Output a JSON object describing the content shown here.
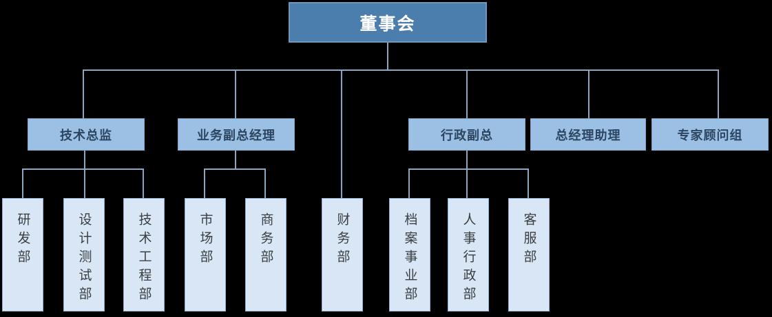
{
  "org_chart": {
    "type": "org-chart",
    "root": {
      "id": "board",
      "label": "董事会"
    },
    "level2": [
      {
        "id": "tech-director",
        "label": "技术总监",
        "parent": "董事会"
      },
      {
        "id": "business-deputy-gm",
        "label": "业务副总经理",
        "parent": "董事会"
      },
      {
        "id": "admin-deputy",
        "label": "行政副总",
        "parent": "董事会"
      },
      {
        "id": "gm-assistant",
        "label": "总经理助理",
        "parent": "董事会"
      },
      {
        "id": "expert-advisors",
        "label": "专家顾问组",
        "parent": "董事会"
      }
    ],
    "departments": [
      {
        "id": "rd-dept",
        "label": "研发部",
        "parent": "技术总监"
      },
      {
        "id": "design-test-dept",
        "label": "设计测试部",
        "parent": "技术总监"
      },
      {
        "id": "tech-engineering-dept",
        "label": "技术工程部",
        "parent": "技术总监"
      },
      {
        "id": "marketing-dept",
        "label": "市场部",
        "parent": "业务副总经理"
      },
      {
        "id": "business-dept",
        "label": "商务部",
        "parent": "业务副总经理"
      },
      {
        "id": "finance-dept",
        "label": "财务部",
        "parent": "董事会"
      },
      {
        "id": "archives-dept",
        "label": "档案事业部",
        "parent": "行政副总"
      },
      {
        "id": "hr-admin-dept",
        "label": "人事行政部",
        "parent": "行政副总"
      },
      {
        "id": "customer-service-dept",
        "label": "客服部",
        "parent": "行政副总"
      }
    ],
    "colors": {
      "background": "#000000",
      "root_fill": "#4c7ead",
      "root_border": "#6d9abc",
      "root_text": "#ffffff",
      "level2_fill": "#9cc0e3",
      "level2_border": "#7ea6cd",
      "level2_text": "#2b4560",
      "dept_fill": "#d8e6f5",
      "dept_border": "#8eb0d4",
      "dept_text": "#3a3e41",
      "connector": "#8ca7c4"
    }
  }
}
